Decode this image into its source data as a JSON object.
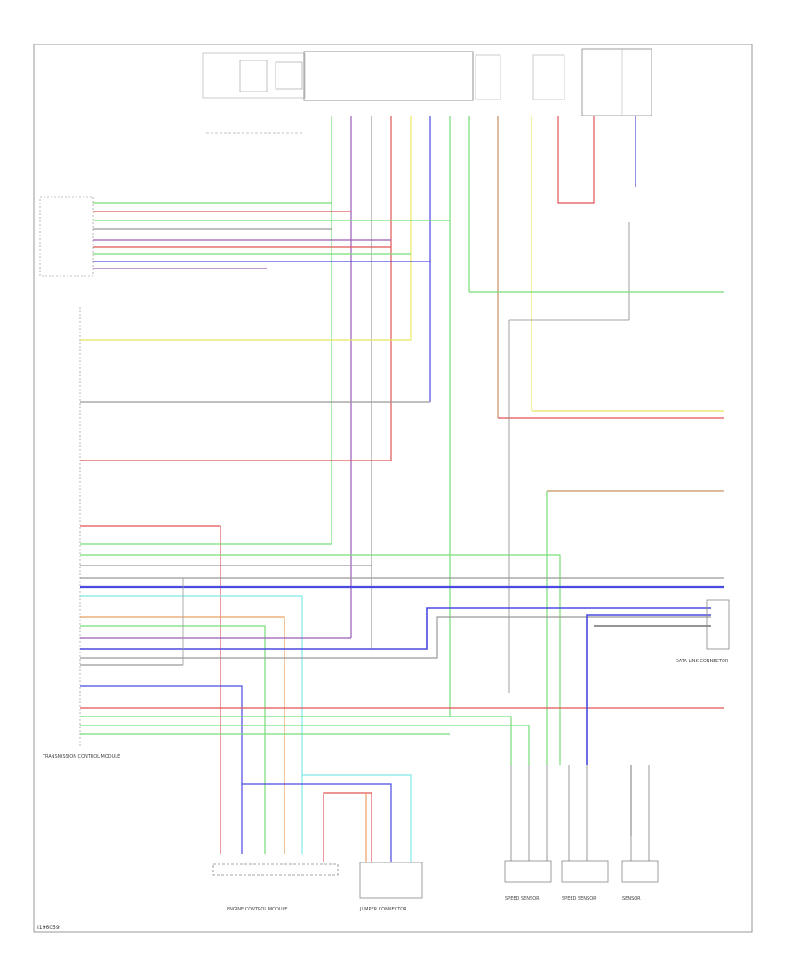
{
  "diagram": {
    "footer_code": "I196059",
    "tcm_label": "TRANSMISSION CONTROL MODULE",
    "ecm_label": "ENGINE CONTROL MODULE",
    "jumper_label": "JUMPER CONNECTOR",
    "sensor_labels": [
      "SPEED SENSOR",
      "SPEED SENSOR",
      "SENSOR"
    ],
    "right_label": "DATA LINK CONNECTOR",
    "colors": {
      "green": "#77dd77",
      "red": "#e05555",
      "purple": "#9a5bb8",
      "blue": "#4a4ae0",
      "yellow": "#e8e860",
      "gray": "#999999",
      "cyan": "#7fe8e8",
      "orange": "#e8a060",
      "olive": "#b8b860",
      "black": "#555555"
    }
  }
}
